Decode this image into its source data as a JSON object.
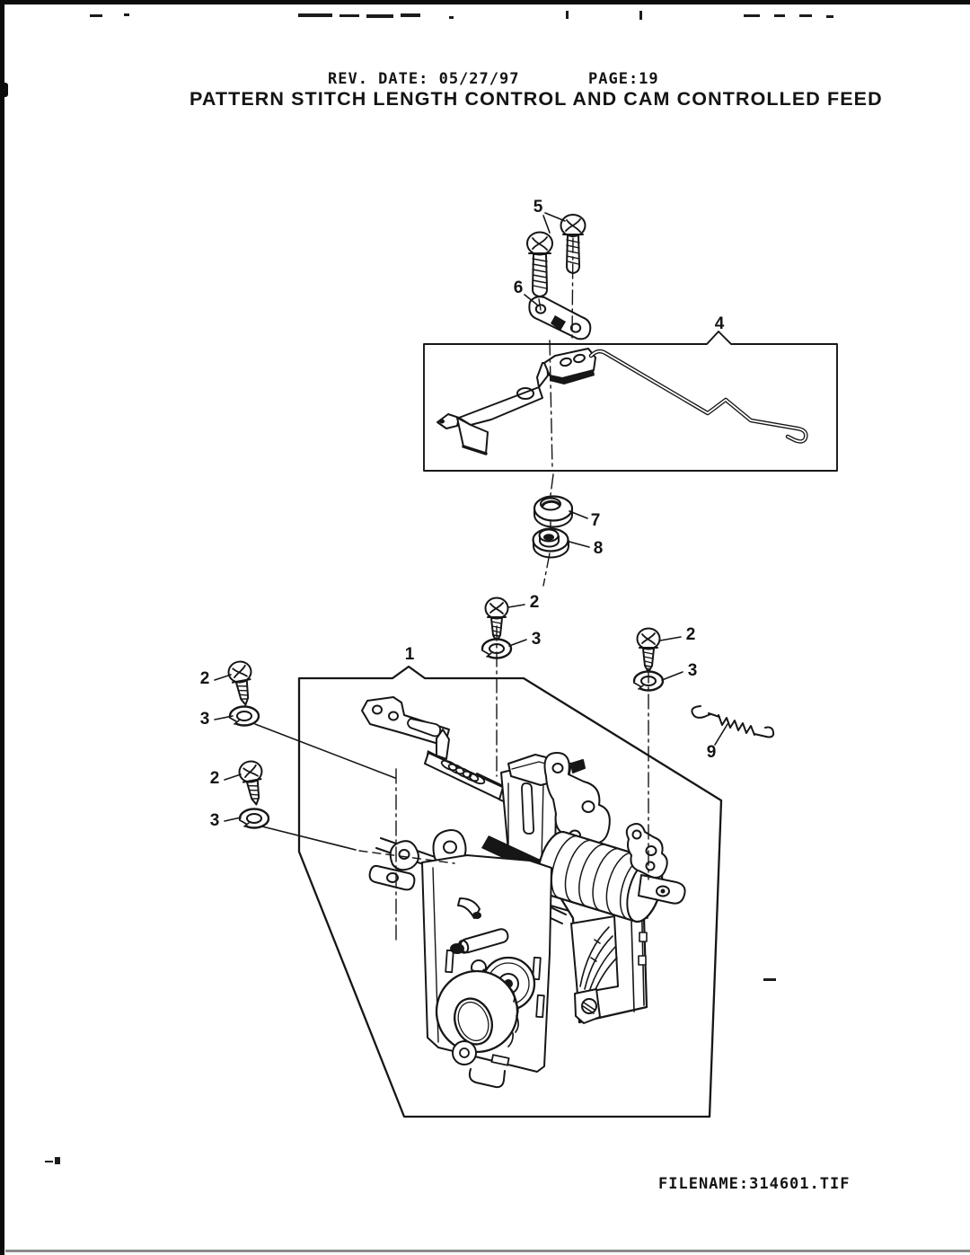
{
  "page": {
    "header": {
      "rev_date": "REV. DATE: 05/27/97",
      "page_num": "PAGE:19"
    },
    "title": "PATTERN STITCH LENGTH CONTROL AND CAM CONTROLLED FEED",
    "footer": {
      "filename": "FILENAME:314601.TIF"
    }
  },
  "diagram": {
    "type": "exploded-parts-diagram",
    "callouts": {
      "c1": "1",
      "c2_center": "2",
      "c3_center": "3",
      "c2_right": "2",
      "c3_right": "3",
      "c2_left_upper": "2",
      "c3_left_upper": "3",
      "c2_left_lower": "2",
      "c3_left_lower": "3",
      "c4": "4",
      "c5": "5",
      "c6": "6",
      "c7": "7",
      "c8": "8",
      "c9": "9"
    }
  },
  "colors": {
    "ink": "#141414",
    "paper": "#ffffff"
  }
}
